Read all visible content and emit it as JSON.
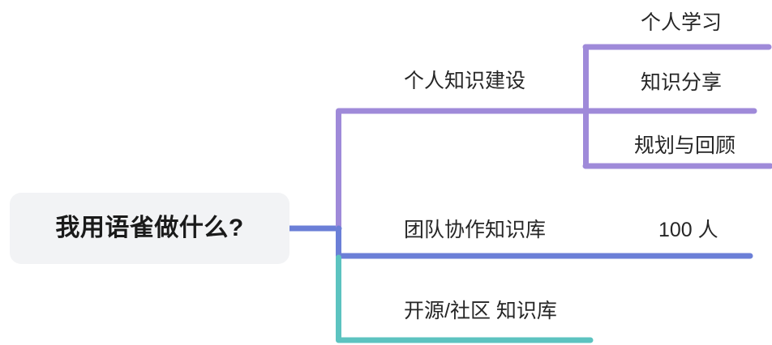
{
  "diagram": {
    "type": "mindmap",
    "title": "我用语雀做什么?",
    "background_color": "#ffffff",
    "root": {
      "label": "我用语雀做什么?",
      "background_color": "#f2f3f5",
      "text_color": "#1a1a1a"
    },
    "colors": {
      "root_connector": "#6b7fd7",
      "branch_purple": "#9f8ad9",
      "branch_blue": "#6b7fd7",
      "branch_teal": "#5cc3c0",
      "text": "#262626"
    },
    "branches": [
      {
        "label": "个人知识建设",
        "color": "#9f8ad9",
        "children": [
          {
            "label": "个人学习",
            "color": "#9f8ad9"
          },
          {
            "label": "知识分享",
            "color": "#9f8ad9"
          },
          {
            "label": "规划与回顾",
            "color": "#9f8ad9"
          }
        ]
      },
      {
        "label": "团队协作知识库",
        "color": "#6b7fd7",
        "annotation": "100 人",
        "children": []
      },
      {
        "label": "开源/社区 知识库",
        "color": "#5cc3c0",
        "children": []
      }
    ]
  }
}
